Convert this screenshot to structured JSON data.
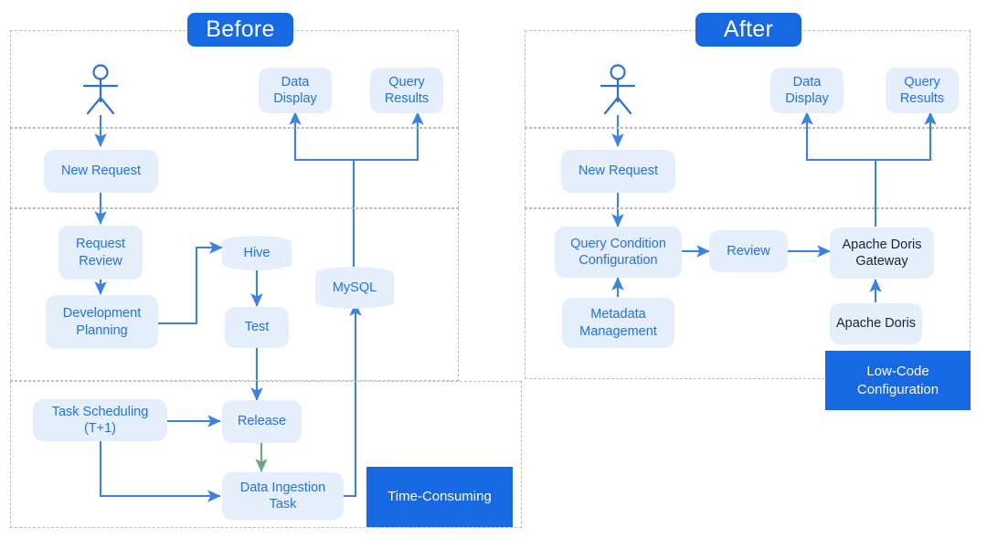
{
  "diagram": {
    "title_before": "Before",
    "title_after": "After",
    "colors": {
      "accent": "#1668e3",
      "node_fill": "#e5effc",
      "node_text": "#2472e8",
      "dark_text": "#1f2329",
      "arrow": "#3b82e6",
      "green_arrow": "#6aa87f",
      "dashed_border": "#b9bcc0",
      "background": "#ffffff"
    }
  },
  "before": {
    "badge": "Before",
    "actor": "user-actor",
    "nodes": [
      {
        "id": "data-display",
        "label": "Data Display",
        "shape": "box"
      },
      {
        "id": "query-results",
        "label": "Query Results",
        "shape": "box"
      },
      {
        "id": "new-request",
        "label": "New Request",
        "shape": "box"
      },
      {
        "id": "request-review",
        "label": "Request Review",
        "shape": "box"
      },
      {
        "id": "dev-planning",
        "label": "Development Planning",
        "shape": "box"
      },
      {
        "id": "hive",
        "label": "Hive",
        "shape": "cylinder"
      },
      {
        "id": "test",
        "label": "Test",
        "shape": "box"
      },
      {
        "id": "mysql",
        "label": "MySQL",
        "shape": "cylinder"
      },
      {
        "id": "task-scheduling",
        "label": "Task Scheduling (T+1)",
        "shape": "box"
      },
      {
        "id": "release",
        "label": "Release",
        "shape": "box"
      },
      {
        "id": "data-ingestion",
        "label": "Data Ingestion Task",
        "shape": "box"
      }
    ],
    "tag": "Time-Consuming",
    "edges": [
      {
        "from": "actor",
        "to": "new-request"
      },
      {
        "from": "new-request",
        "to": "request-review"
      },
      {
        "from": "request-review",
        "to": "dev-planning"
      },
      {
        "from": "dev-planning",
        "to": "hive"
      },
      {
        "from": "hive",
        "to": "test"
      },
      {
        "from": "test",
        "to": "release"
      },
      {
        "from": "task-scheduling",
        "to": "release"
      },
      {
        "from": "task-scheduling",
        "to": "data-ingestion"
      },
      {
        "from": "release",
        "to": "data-ingestion",
        "color": "green"
      },
      {
        "from": "data-ingestion",
        "to": "mysql"
      },
      {
        "from": "mysql",
        "to": "data-display"
      },
      {
        "from": "mysql",
        "to": "query-results"
      }
    ]
  },
  "after": {
    "badge": "After",
    "actor": "user-actor",
    "nodes": [
      {
        "id": "data-display",
        "label": "Data Display",
        "shape": "box"
      },
      {
        "id": "query-results",
        "label": "Query Results",
        "shape": "box"
      },
      {
        "id": "new-request",
        "label": "New Request",
        "shape": "box"
      },
      {
        "id": "query-condition",
        "label": "Query Condition Configuration",
        "shape": "box"
      },
      {
        "id": "metadata-mgmt",
        "label": "Metadata Management",
        "shape": "box"
      },
      {
        "id": "review",
        "label": "Review",
        "shape": "box"
      },
      {
        "id": "doris-gateway",
        "label": "Apache Doris Gateway",
        "shape": "box",
        "text": "dark"
      },
      {
        "id": "apache-doris",
        "label": "Apache Doris",
        "shape": "box",
        "text": "dark"
      }
    ],
    "tag": "Low-Code Configuration",
    "edges": [
      {
        "from": "actor",
        "to": "new-request"
      },
      {
        "from": "new-request",
        "to": "query-condition"
      },
      {
        "from": "metadata-mgmt",
        "to": "query-condition"
      },
      {
        "from": "query-condition",
        "to": "review"
      },
      {
        "from": "review",
        "to": "doris-gateway"
      },
      {
        "from": "apache-doris",
        "to": "doris-gateway"
      },
      {
        "from": "doris-gateway",
        "to": "data-display"
      },
      {
        "from": "doris-gateway",
        "to": "query-results"
      }
    ]
  }
}
